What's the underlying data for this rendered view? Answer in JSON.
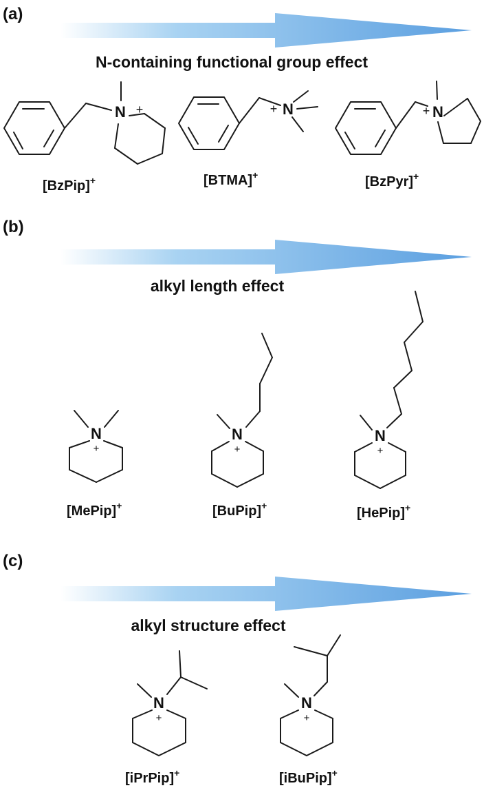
{
  "panels": [
    {
      "label": "(a)",
      "title": "N-containing functional group effect",
      "molecules": [
        {
          "name": "[BzPip]",
          "charge": "+",
          "atom": "N",
          "ring_charge": "+"
        },
        {
          "name": "[BTMA]",
          "charge": "+",
          "atom": "N",
          "ring_charge": "+"
        },
        {
          "name": "[BzPyr]",
          "charge": "+",
          "atom": "N",
          "ring_charge": "+"
        }
      ]
    },
    {
      "label": "(b)",
      "title": "alkyl length effect",
      "molecules": [
        {
          "name": "[MePip]",
          "charge": "+",
          "atom": "N",
          "ring_charge": "+"
        },
        {
          "name": "[BuPip]",
          "charge": "+",
          "atom": "N",
          "ring_charge": "+"
        },
        {
          "name": "[HePip]",
          "charge": "+",
          "atom": "N",
          "ring_charge": "+"
        }
      ]
    },
    {
      "label": "(c)",
      "title": "alkyl structure effect",
      "molecules": [
        {
          "name": "[iPrPip]",
          "charge": "+",
          "atom": "N",
          "ring_charge": "+"
        },
        {
          "name": "[iBuPip]",
          "charge": "+",
          "atom": "N",
          "ring_charge": "+"
        }
      ]
    }
  ],
  "colors": {
    "arrow_start": "#ffffff",
    "arrow_mid": "#a9d3f2",
    "arrow_end": "#5b9fe0"
  }
}
